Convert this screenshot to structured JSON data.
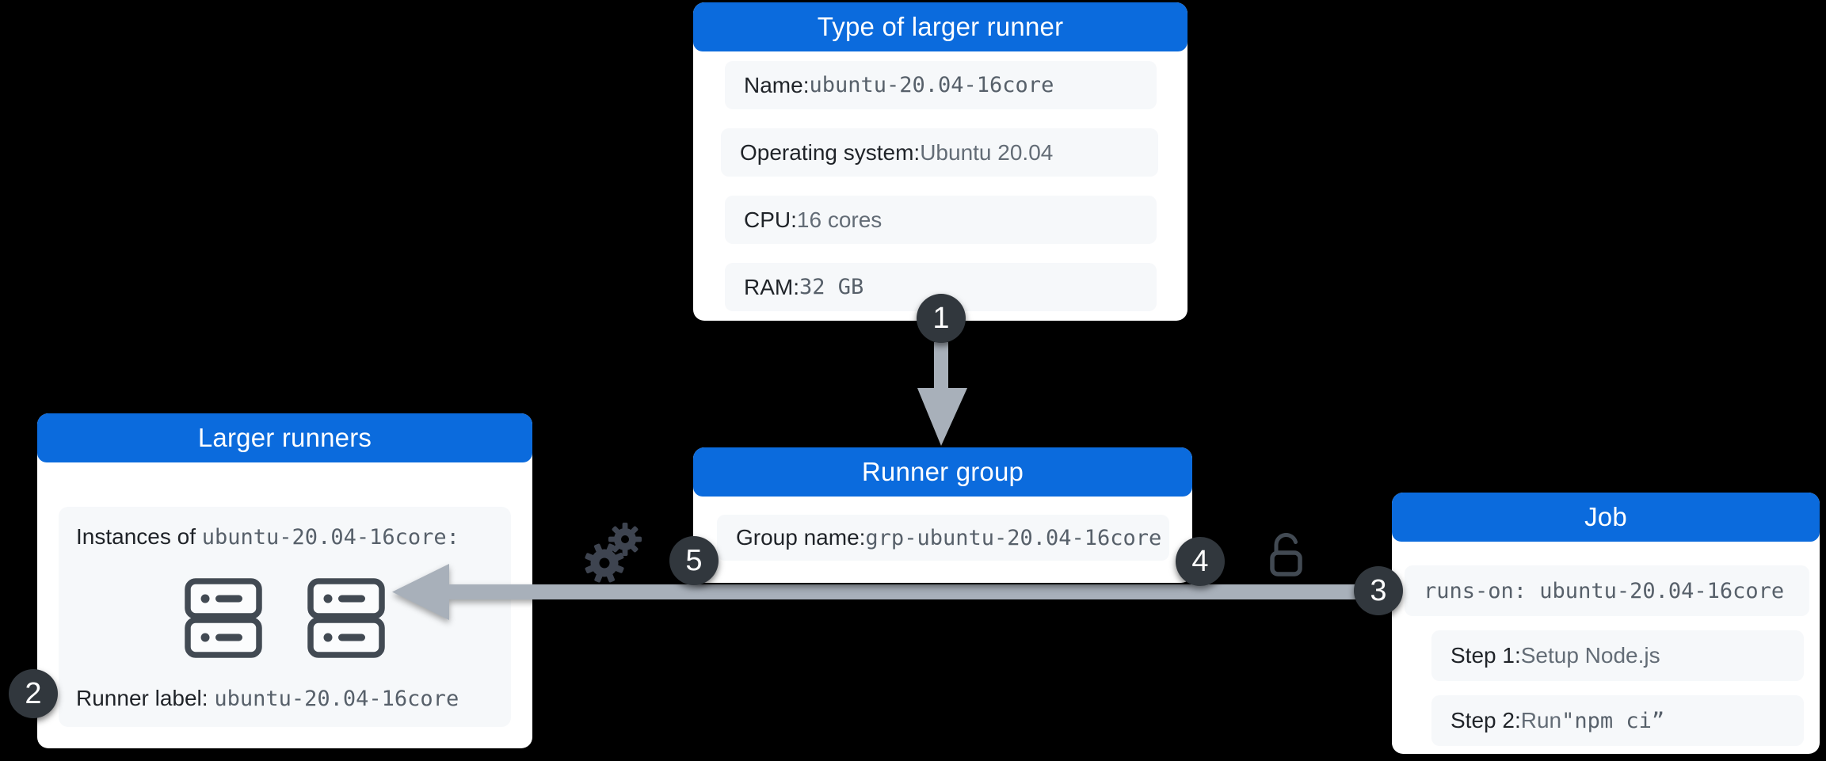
{
  "diagram_title": "Larger runner provisioning diagram",
  "colors": {
    "background": "#000000",
    "header_blue": "#0b6bdd",
    "card_bg": "#ffffff",
    "row_bg": "#f6f8fa",
    "label_text": "#1f2328",
    "value_gray": "#636c76",
    "mono_gray": "#57606a",
    "badge_bg": "#31373d",
    "badge_text": "#ffffff",
    "arrow_gray": "#a8b0ba",
    "icon_slate": "#424a53"
  },
  "boxes": {
    "type_runner": {
      "title": "Type of larger runner",
      "rows": [
        [
          {
            "t": "Name: ",
            "s": "label"
          },
          {
            "t": "ubuntu-20.04-16core",
            "s": "mono"
          }
        ],
        [
          {
            "t": "Operating system: ",
            "s": "label"
          },
          {
            "t": "Ubuntu 20.04",
            "s": "gray"
          }
        ],
        [
          {
            "t": "CPU: ",
            "s": "label"
          },
          {
            "t": "16 cores",
            "s": "gray"
          }
        ],
        [
          {
            "t": "RAM: ",
            "s": "label"
          },
          {
            "t": "32 GB",
            "s": "mono"
          }
        ]
      ]
    },
    "larger_runners": {
      "title": "Larger runners",
      "instances_line": [
        {
          "t": "Instances of ",
          "s": "label"
        },
        {
          "t": "ubuntu-20.04-16core:",
          "s": "mono"
        }
      ],
      "runner_label_line": [
        {
          "t": "Runner label: ",
          "s": "label"
        },
        {
          "t": "ubuntu-20.04-16core",
          "s": "mono"
        }
      ]
    },
    "runner_group": {
      "title": "Runner group",
      "rows": [
        [
          {
            "t": "Group name: ",
            "s": "label"
          },
          {
            "t": "grp-ubuntu-20.04-16core",
            "s": "mono"
          }
        ]
      ]
    },
    "job": {
      "title": "Job",
      "rows": [
        [
          {
            "t": "runs-on: ubuntu-20.04-16core",
            "s": "mono"
          }
        ],
        [
          {
            "t": "Step 1: ",
            "s": "label"
          },
          {
            "t": "Setup Node.js",
            "s": "gray"
          }
        ],
        [
          {
            "t": "Step 2: ",
            "s": "label"
          },
          {
            "t": "Run ",
            "s": "gray"
          },
          {
            "t": "\"npm ci”",
            "s": "mono"
          }
        ]
      ]
    }
  },
  "badges": [
    {
      "value": "1"
    },
    {
      "value": "2"
    },
    {
      "value": "3"
    },
    {
      "value": "4"
    },
    {
      "value": "5"
    }
  ],
  "icons": {
    "gears": "gears-icon",
    "unlock": "unlock-icon",
    "server_left": "server-icon",
    "server_right": "server-icon"
  }
}
